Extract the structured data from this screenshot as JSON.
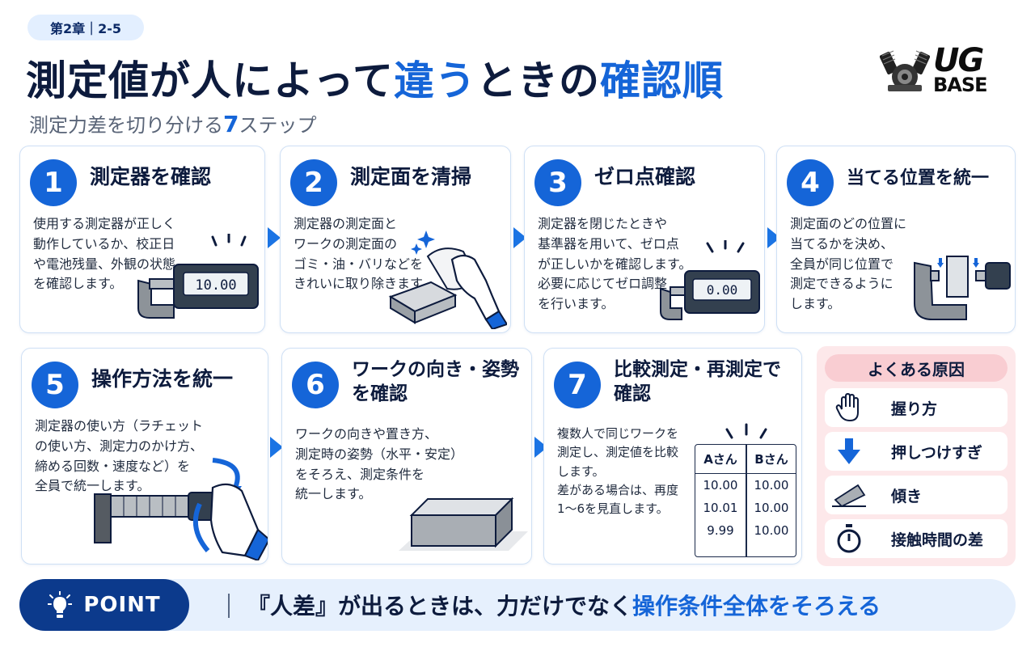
{
  "chapter": "第2章｜2-5",
  "title": {
    "part1": "測定値が人によって",
    "part2": "違う",
    "part3": "ときの",
    "part4": "確認順"
  },
  "subtitle": {
    "prefix": "測定力差を切り分ける",
    "num": "7",
    "suffix": "ステップ"
  },
  "logo": {
    "line1": "UG",
    "line2": "BASE"
  },
  "steps": [
    {
      "num": "1",
      "title": "測定器を確認",
      "desc": "使用する測定器が正しく\n動作しているか、校正日\nや電池残量、外観の状態\nを確認します。",
      "display": "10.00"
    },
    {
      "num": "2",
      "title": "測定面を清掃",
      "desc": "測定器の測定面と\nワークの測定面の\nゴミ・油・バリなどを\nきれいに取り除きます。"
    },
    {
      "num": "3",
      "title": "ゼロ点確認",
      "desc": "測定器を閉じたときや\n基準器を用いて、ゼロ点\nが正しいかを確認します。\n必要に応じてゼロ調整\nを行います。",
      "display": "0.00"
    },
    {
      "num": "4",
      "title": "当てる位置を統一",
      "desc": "測定面のどの位置に\n当てるかを決め、\n全員が同じ位置で\n測定できるように\nします。"
    },
    {
      "num": "5",
      "title": "操作方法を統一",
      "desc": "測定器の使い方（ラチェット\nの使い方、測定力のかけ方、\n締める回数・速度など）を\n全員で統一します。"
    },
    {
      "num": "6",
      "title_l1": "ワークの向き・姿勢",
      "title_l2": "を確認",
      "desc": "ワークの向きや置き方、\n測定時の姿勢（水平・安定）\nをそろえ、測定条件を\n統一します。"
    },
    {
      "num": "7",
      "title_l1": "比較測定・再測定で",
      "title_l2": "確認",
      "desc": "複数人で同じワークを\n測定し、測定値を比較\nします。\n差がある場合は、再度\n1〜6を見直します。",
      "table": {
        "headers": [
          "Aさん",
          "Bさん"
        ],
        "rows": [
          [
            "10.00",
            "10.00"
          ],
          [
            "10.01",
            "10.00"
          ],
          [
            "9.99",
            "10.00"
          ]
        ]
      }
    }
  ],
  "causes": {
    "title": "よくある原因",
    "items": [
      {
        "label": "握り方",
        "icon": "hand-icon"
      },
      {
        "label": "押しつけすぎ",
        "icon": "arrow-down-icon"
      },
      {
        "label": "傾き",
        "icon": "tilt-block-icon"
      },
      {
        "label": "接触時間の差",
        "icon": "stopwatch-icon"
      }
    ]
  },
  "point": {
    "badge": "POINT",
    "text_main": "『人差』が出るときは、力だけでなく",
    "text_accent": "操作条件全体をそろえる"
  },
  "colors": {
    "accent": "#1565d8",
    "navy": "#0c3a8c",
    "pink": "#fde8ea"
  }
}
